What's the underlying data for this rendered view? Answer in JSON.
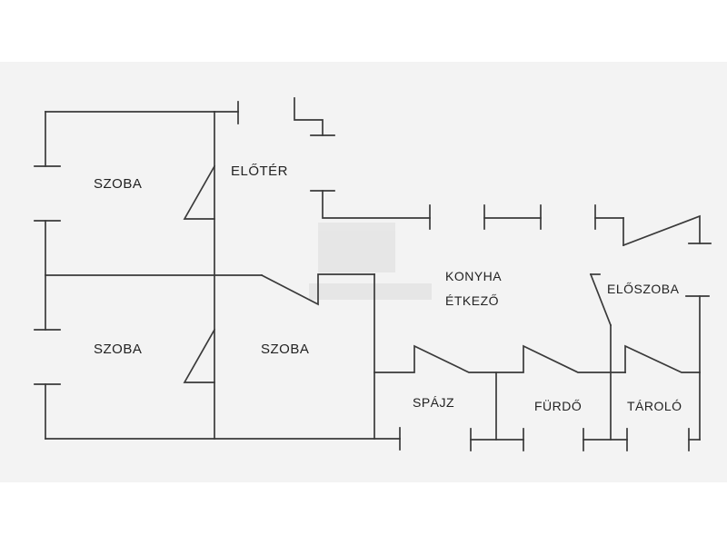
{
  "floorplan": {
    "rooms": [
      {
        "id": "szoba-top-left",
        "label": "SZOBA"
      },
      {
        "id": "eloter",
        "label": "ELŐTÉR"
      },
      {
        "id": "szoba-bottom-left",
        "label": "SZOBA"
      },
      {
        "id": "szoba-middle",
        "label": "SZOBA"
      },
      {
        "id": "konyha",
        "label": "KONYHA"
      },
      {
        "id": "etkezo",
        "label": "ÉTKEZŐ"
      },
      {
        "id": "eloszoba",
        "label": "ELŐSZOBA"
      },
      {
        "id": "spajz",
        "label": "SPÁJZ"
      },
      {
        "id": "furdo",
        "label": "FÜRDŐ"
      },
      {
        "id": "tarolo",
        "label": "TÁROLÓ"
      }
    ]
  },
  "colors": {
    "paper": "#f3f3f3",
    "ink": "#3a3a3a",
    "text": "#222222"
  }
}
